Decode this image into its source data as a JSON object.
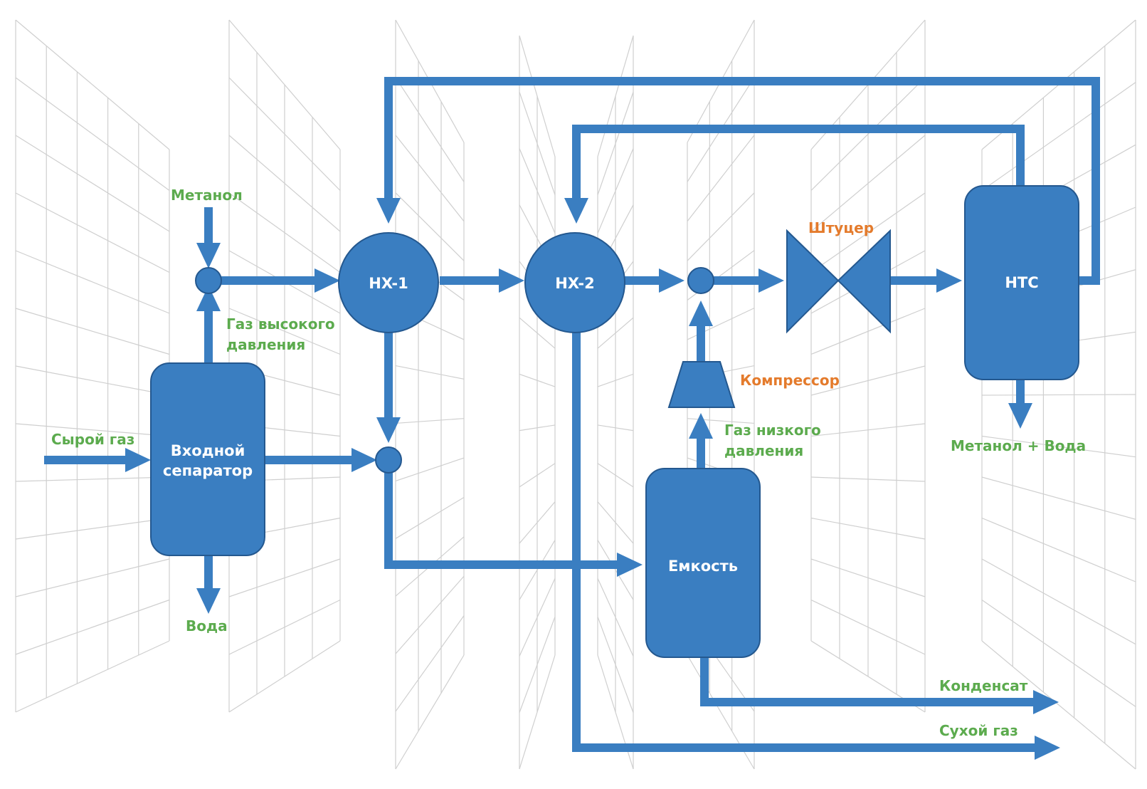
{
  "colors": {
    "equipment": "#3a7ec1",
    "stream_label": "#5cab4e",
    "device_label": "#e47b2c",
    "grid": "#cfcfcf"
  },
  "equipment": {
    "inlet_separator": [
      "Входной",
      "сепаратор"
    ],
    "hx1": "HX-1",
    "hx2": "HX-2",
    "nts": "НТС",
    "tank": "Емкость"
  },
  "devices": {
    "choke": "Штуцер",
    "compressor": "Компрессор"
  },
  "streams": {
    "methanol": "Метанол",
    "raw_gas": "Сырой газ",
    "hp_gas": [
      "Газ высокого",
      "давления"
    ],
    "water": "Вода",
    "lp_gas": [
      "Газ низкого",
      "давления"
    ],
    "methanol_water": "Метанол + Вода",
    "condensate": "Конденсат",
    "dry_gas": "Сухой газ"
  }
}
